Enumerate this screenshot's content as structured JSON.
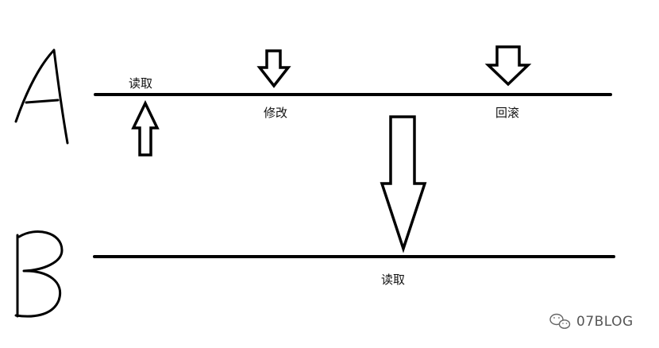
{
  "letters": {
    "a": "A",
    "b": "B"
  },
  "labels": {
    "a_read": "读取",
    "a_modify": "修改",
    "a_rollback": "回滚",
    "b_read": "读取"
  },
  "watermark": {
    "text": "07BLOG",
    "icon": "wechat-icon"
  },
  "colors": {
    "ink": "#000000",
    "background": "#ffffff",
    "watermark": "#555555"
  }
}
